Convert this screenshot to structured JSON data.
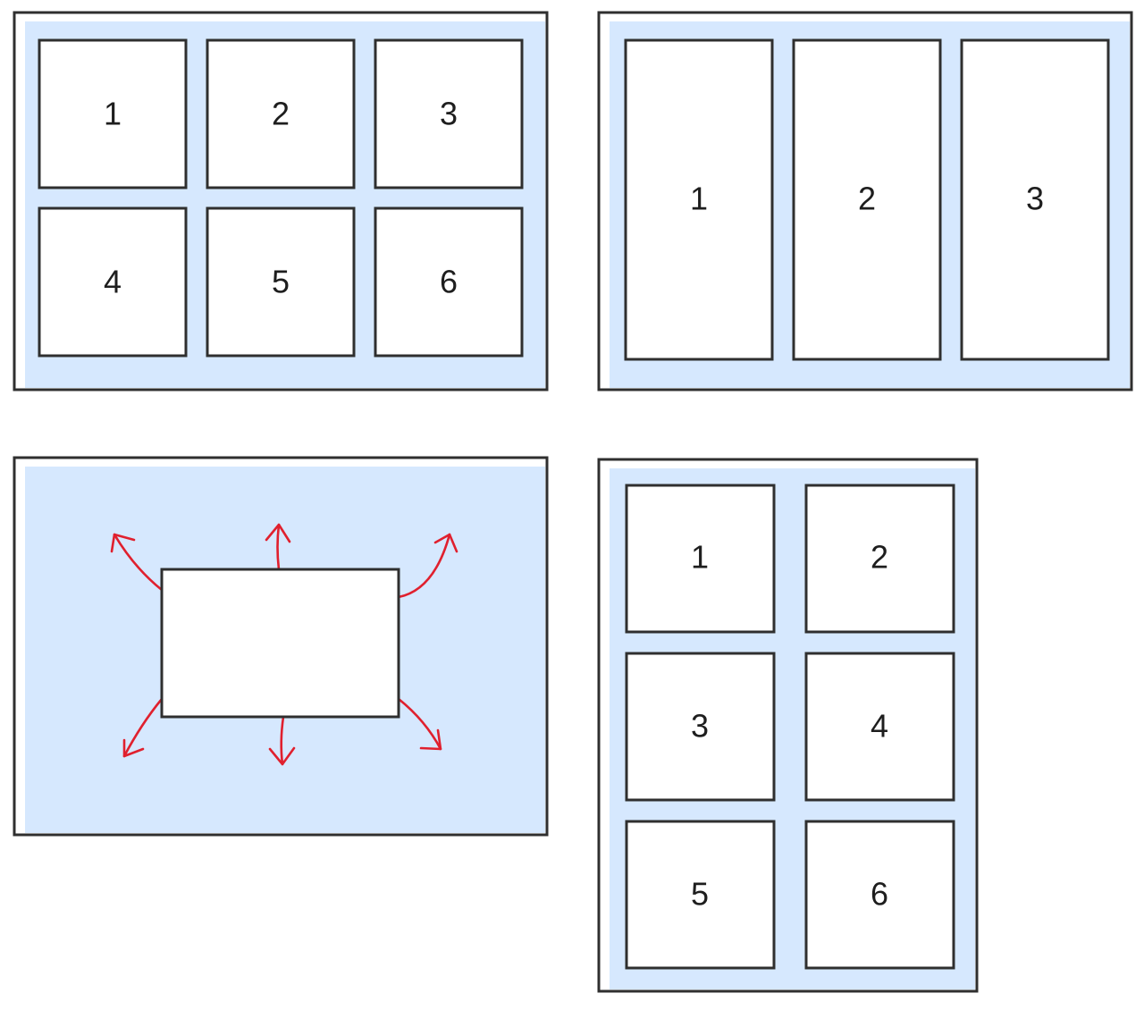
{
  "colors": {
    "container_fill": "#d6e8fe",
    "box_fill": "#ffffff",
    "stroke": "#2f2f2f",
    "text": "#1e1e1e",
    "arrow": "#e0202e"
  },
  "panels": [
    {
      "layout": "grid-3x2",
      "boxes": [
        "1",
        "2",
        "3",
        "4",
        "5",
        "6"
      ]
    },
    {
      "layout": "columns-3",
      "boxes": [
        "1",
        "2",
        "3"
      ]
    },
    {
      "layout": "single-expand",
      "arrow_count": 6
    },
    {
      "layout": "grid-2x3",
      "boxes": [
        "1",
        "2",
        "3",
        "4",
        "5",
        "6"
      ]
    }
  ]
}
